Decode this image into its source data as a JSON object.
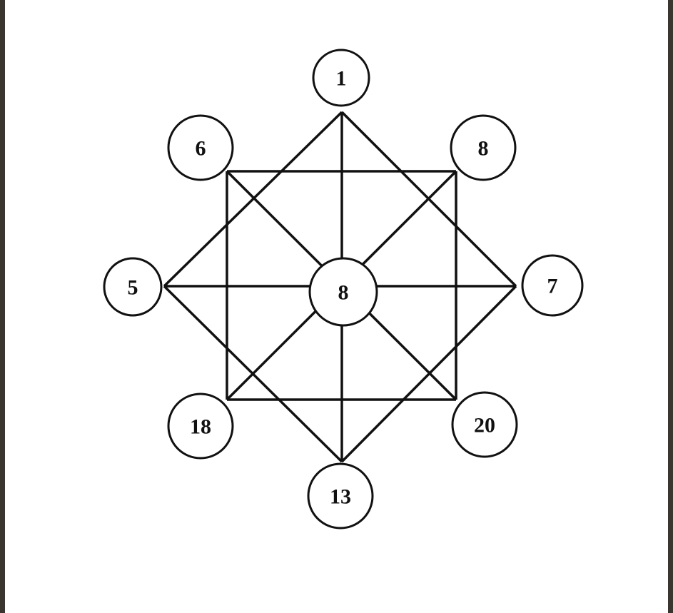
{
  "diagram": {
    "nodes": [
      {
        "id": "top",
        "label": "1"
      },
      {
        "id": "top-left",
        "label": "6"
      },
      {
        "id": "top-right",
        "label": "8"
      },
      {
        "id": "left",
        "label": "5"
      },
      {
        "id": "center",
        "label": "8"
      },
      {
        "id": "right",
        "label": "7"
      },
      {
        "id": "bottom-left",
        "label": "18"
      },
      {
        "id": "bottom-right",
        "label": "20"
      },
      {
        "id": "bottom",
        "label": "13"
      }
    ]
  },
  "colors": {
    "line": "#111111",
    "background": "#ffffff",
    "border": "#3b352f"
  }
}
